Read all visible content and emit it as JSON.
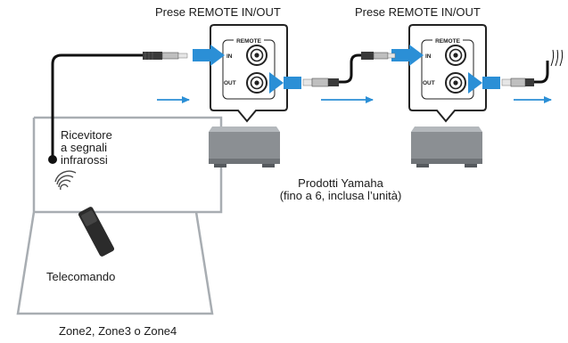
{
  "labels": {
    "jack_label_left": "Prese REMOTE IN/OUT",
    "jack_label_right": "Prese REMOTE IN/OUT",
    "ir_receiver_line1": "Ricevitore",
    "ir_receiver_line2": "a segnali",
    "ir_receiver_line3": "infrarossi",
    "yamaha_line1": "Prodotti Yamaha",
    "yamaha_line2": "(fino a 6, inclusa l’unità)",
    "remote": "Telecomando",
    "zones": "Zone2, Zone3 o Zone4"
  },
  "panel": {
    "title": "REMOTE",
    "in": "IN",
    "out": "OUT"
  },
  "colors": {
    "arrow_blue": "#2b8fd6",
    "outline_grey": "#9aa0a6",
    "device_grey": "#888c90",
    "cable_black": "#111111"
  }
}
